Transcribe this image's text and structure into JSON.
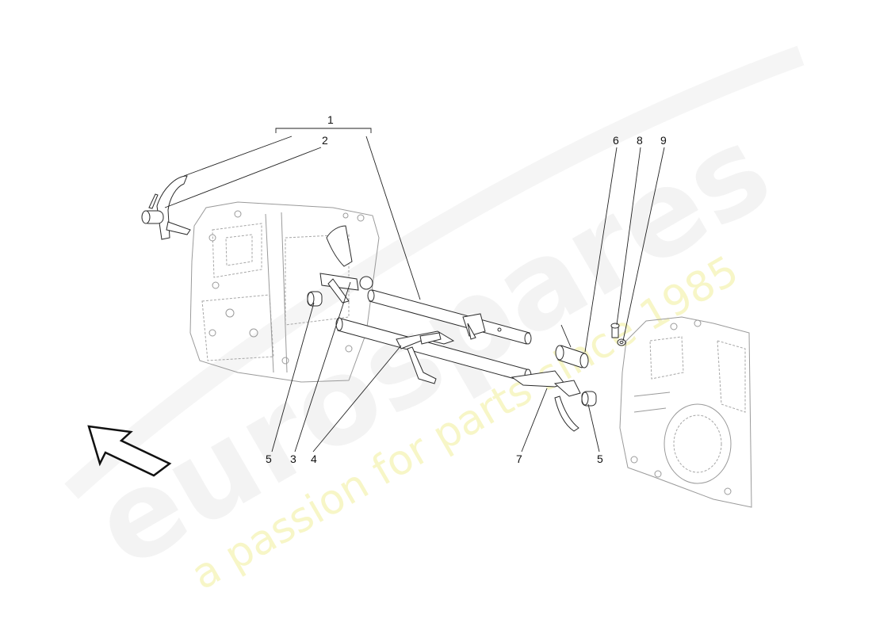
{
  "watermark": {
    "brand": "eurospares",
    "tagline": "a passion for parts since 1985"
  },
  "callouts": [
    {
      "id": "c1",
      "label": "1"
    },
    {
      "id": "c2",
      "label": "2"
    },
    {
      "id": "c3",
      "label": "3"
    },
    {
      "id": "c4",
      "label": "4"
    },
    {
      "id": "c5a",
      "label": "5"
    },
    {
      "id": "c5b",
      "label": "5"
    },
    {
      "id": "c6",
      "label": "6"
    },
    {
      "id": "c7",
      "label": "7"
    },
    {
      "id": "c8",
      "label": "8"
    },
    {
      "id": "c9",
      "label": "9"
    }
  ],
  "icons": {
    "direction_arrow": "arrow-up-left-icon"
  }
}
